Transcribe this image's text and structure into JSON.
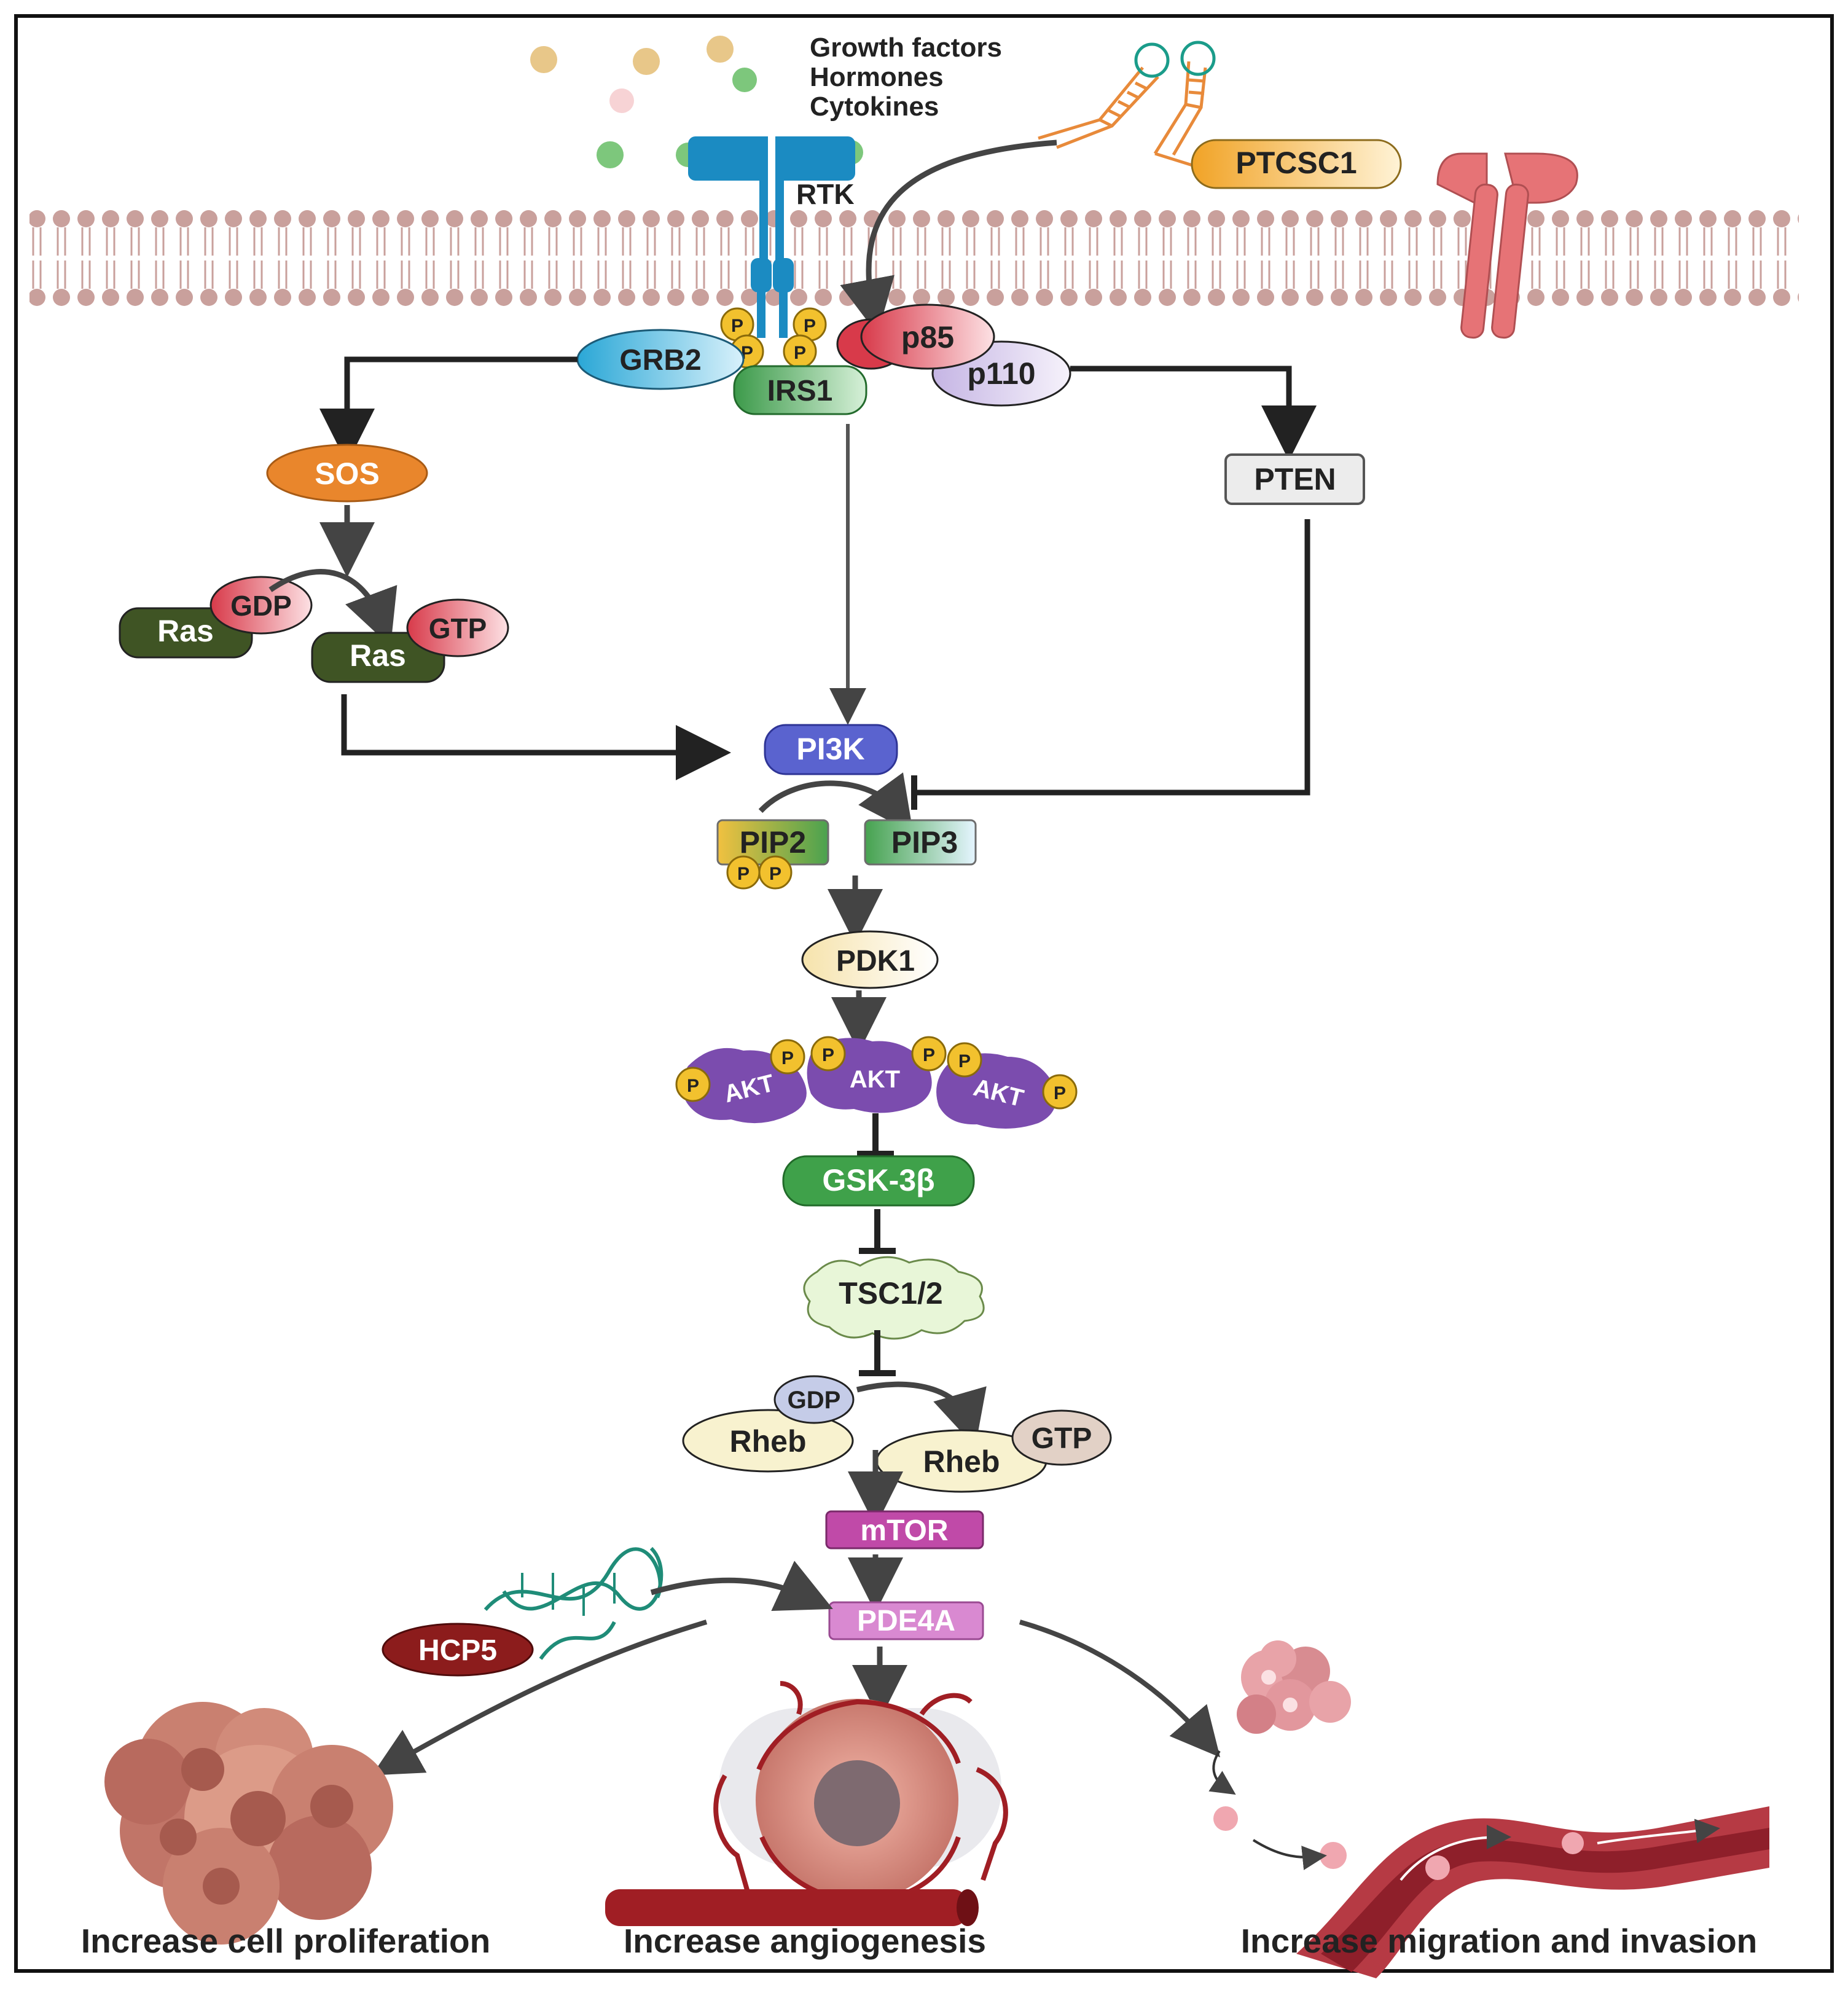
{
  "ligands": {
    "growth_factors": "Growth factors",
    "hormones": "Hormones",
    "cytokines": "Cytokines"
  },
  "receptor": {
    "rtk": "RTK"
  },
  "lncrna": {
    "ptcsc1": "PTCSC1",
    "hcp5": "HCP5"
  },
  "phospho": "P",
  "adaptors": {
    "grb2": "GRB2",
    "irs1": "IRS1",
    "p85": "p85",
    "p110": "p110"
  },
  "left_branch": {
    "sos": "SOS",
    "ras": "Ras",
    "gdp": "GDP",
    "gtp": "GTP"
  },
  "right_branch": {
    "pten": "PTEN"
  },
  "core": {
    "pi3k": "PI3K",
    "pip2": "PIP2",
    "pip3": "PIP3",
    "pdk1": "PDK1",
    "akt": "AKT",
    "gsk3b": "GSK-3β",
    "tsc": "TSC1/2",
    "rheb": "Rheb",
    "gdp": "GDP",
    "gtp": "GTP",
    "mtor": "mTOR",
    "pde4a": "PDE4A"
  },
  "outcomes": {
    "proliferation": "Increase cell proliferation",
    "angiogenesis": "Increase angiogenesis",
    "migration": "Increase migration and invasion"
  },
  "colors": {
    "membrane": "#c9a09c",
    "rtk": "#1b8bc2",
    "sos": "#e9862c",
    "ras": "#3f5424",
    "pi3k": "#5a63cf",
    "gsk": "#3fa14a",
    "akt": "#7b4cae",
    "mtor": "#c04aa8",
    "pde4a": "#d989d1",
    "hcp5": "#8c1c1c",
    "phospho": "#f2c12e"
  }
}
